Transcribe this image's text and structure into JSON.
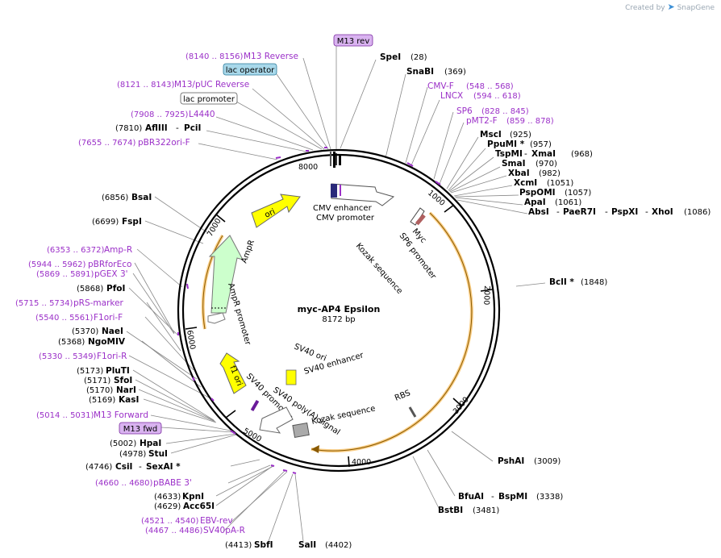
{
  "brand": {
    "prefix": "Created by",
    "name": "SnapGene"
  },
  "plasmid": {
    "name": "myc-AP4 Epsilon",
    "size": "8172 bp"
  },
  "ticks": [
    "1000",
    "2000",
    "3000",
    "4000",
    "5000",
    "6000",
    "7000",
    "8000"
  ],
  "boxed": {
    "m13rev": "M13 rev",
    "lac_operator": "lac operator",
    "lac_promoter": "lac promoter",
    "m13fwd": "M13 fwd"
  },
  "enzymes": [
    {
      "name": "SpeI",
      "pos": "(28)"
    },
    {
      "name": "SnaBI",
      "pos": "(369)"
    },
    {
      "name": "MscI",
      "pos": "(925)"
    },
    {
      "name": "PpuMI *",
      "pos": "(957)"
    },
    {
      "name": "TspMI",
      "name2": "XmaI",
      "pos": "(968)"
    },
    {
      "name": "SmaI",
      "pos": "(970)"
    },
    {
      "name": "XbaI",
      "pos": "(982)"
    },
    {
      "name": "XcmI",
      "pos": "(1051)"
    },
    {
      "name": "PspOMI",
      "pos": "(1057)"
    },
    {
      "name": "ApaI",
      "pos": "(1061)"
    },
    {
      "name": "AbsI",
      "name2": "PaeR7I",
      "name3": "PspXI",
      "name4": "XhoI",
      "pos": "(1086)"
    },
    {
      "name": "BclI *",
      "pos": "(1848)"
    },
    {
      "name": "PshAI",
      "pos": "(3009)"
    },
    {
      "name": "BfuAI",
      "name2": "BspMI",
      "pos": "(3338)"
    },
    {
      "name": "BstBI",
      "pos": "(3481)"
    },
    {
      "name": "SalI",
      "pos": "(4402)"
    },
    {
      "name": "SbfI",
      "pos": "(4413)"
    },
    {
      "name": "Acc65I",
      "pos": "(4629)"
    },
    {
      "name": "KpnI",
      "pos": "(4633)"
    },
    {
      "name": "CsiI",
      "name2": "SexAI *",
      "pos": "(4746)"
    },
    {
      "name": "StuI",
      "pos": "(4978)"
    },
    {
      "name": "HpaI",
      "pos": "(5002)"
    },
    {
      "name": "KasI",
      "pos": "(5169)"
    },
    {
      "name": "NarI",
      "pos": "(5170)"
    },
    {
      "name": "SfoI",
      "pos": "(5171)"
    },
    {
      "name": "PluTI",
      "pos": "(5173)"
    },
    {
      "name": "NgoMIV",
      "pos": "(5368)"
    },
    {
      "name": "NaeI",
      "pos": "(5370)"
    },
    {
      "name": "PfoI",
      "pos": "(5868)"
    },
    {
      "name": "FspI",
      "pos": "(6699)"
    },
    {
      "name": "BsaI",
      "pos": "(6856)"
    },
    {
      "name": "AflIII",
      "name2": "PciI",
      "pos": "(7810)"
    }
  ],
  "primers": [
    {
      "name": "M13 Reverse",
      "pos": "(8140 .. 8156)"
    },
    {
      "name": "M13/pUC Reverse",
      "pos": "(8121 .. 8143)"
    },
    {
      "name": "L4440",
      "pos": "(7908 .. 7925)"
    },
    {
      "name": "pBR322ori-F",
      "pos": "(7655 .. 7674)"
    },
    {
      "name": "CMV-F",
      "pos": "(548 .. 568)"
    },
    {
      "name": "LNCX",
      "pos": "(594 .. 618)"
    },
    {
      "name": "SP6",
      "pos": "(828 .. 845)"
    },
    {
      "name": "pMT2-F",
      "pos": "(859 .. 878)"
    },
    {
      "name": "Amp-R",
      "pos": "(6353 .. 6372)"
    },
    {
      "name": "pBRforEco",
      "pos": "(5944 .. 5962)"
    },
    {
      "name": "pGEX 3'",
      "pos": "(5869 .. 5891)"
    },
    {
      "name": "pRS-marker",
      "pos": "(5715 .. 5734)"
    },
    {
      "name": "F1ori-F",
      "pos": "(5540 .. 5561)"
    },
    {
      "name": "F1ori-R",
      "pos": "(5330 .. 5349)"
    },
    {
      "name": "M13 Forward",
      "pos": "(5014 .. 5031)"
    },
    {
      "name": "pBABE 3'",
      "pos": "(4660 .. 4680)"
    },
    {
      "name": "EBV-rev",
      "pos": "(4521 .. 4540)"
    },
    {
      "name": "SV40pA-R",
      "pos": "(4467 .. 4486)"
    }
  ],
  "features": {
    "cmv_enhancer": "CMV enhancer",
    "cmv_promoter": "CMV promoter",
    "myc": "Myc",
    "sp6_promoter": "SP6 promoter",
    "kozak1": "Kozak sequence",
    "ori": "ori",
    "ampr": "AmpR",
    "ampr_promoter": "AmpR promoter",
    "f1_ori": "f1 ori",
    "sv40_ori": "SV40 ori",
    "sv40_enhancer": "SV40 enhancer",
    "sv40_promoter": "SV40 promoter",
    "sv40_polya": "SV40 poly(A) signal",
    "kozak2": "Kozak sequence",
    "rbs": "RBS"
  },
  "colors": {
    "primer": "#9b30c8",
    "ori": "#ffff00",
    "ampr": "#ccffcc",
    "orf": "#f5a623",
    "boxed_purple": "#d9b3f0",
    "boxed_cyan": "#a8d8ea"
  }
}
